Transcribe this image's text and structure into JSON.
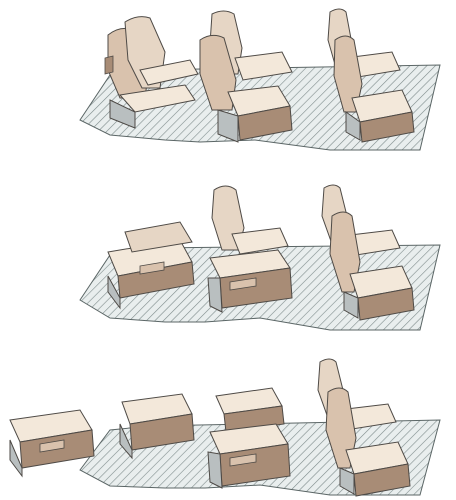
{
  "figure": {
    "panels": [
      {
        "id": "panel-1",
        "state": "all seats upright"
      },
      {
        "id": "panel-2",
        "state": "second row folded"
      },
      {
        "id": "panel-3",
        "state": "second row folded, third row partly removed"
      }
    ]
  },
  "colors": {
    "background": "#ffffff",
    "floor_fill": "#e9eeee",
    "floor_hatch": "#7f8c8c",
    "floor_edge": "#5b6666",
    "seat_fill": "#d9c2ad",
    "seat_highlight": "#f3e8da",
    "seat_shadow": "#a88c76",
    "seat_outline": "#4e4a46",
    "base_grey": "#b9bfc0"
  }
}
